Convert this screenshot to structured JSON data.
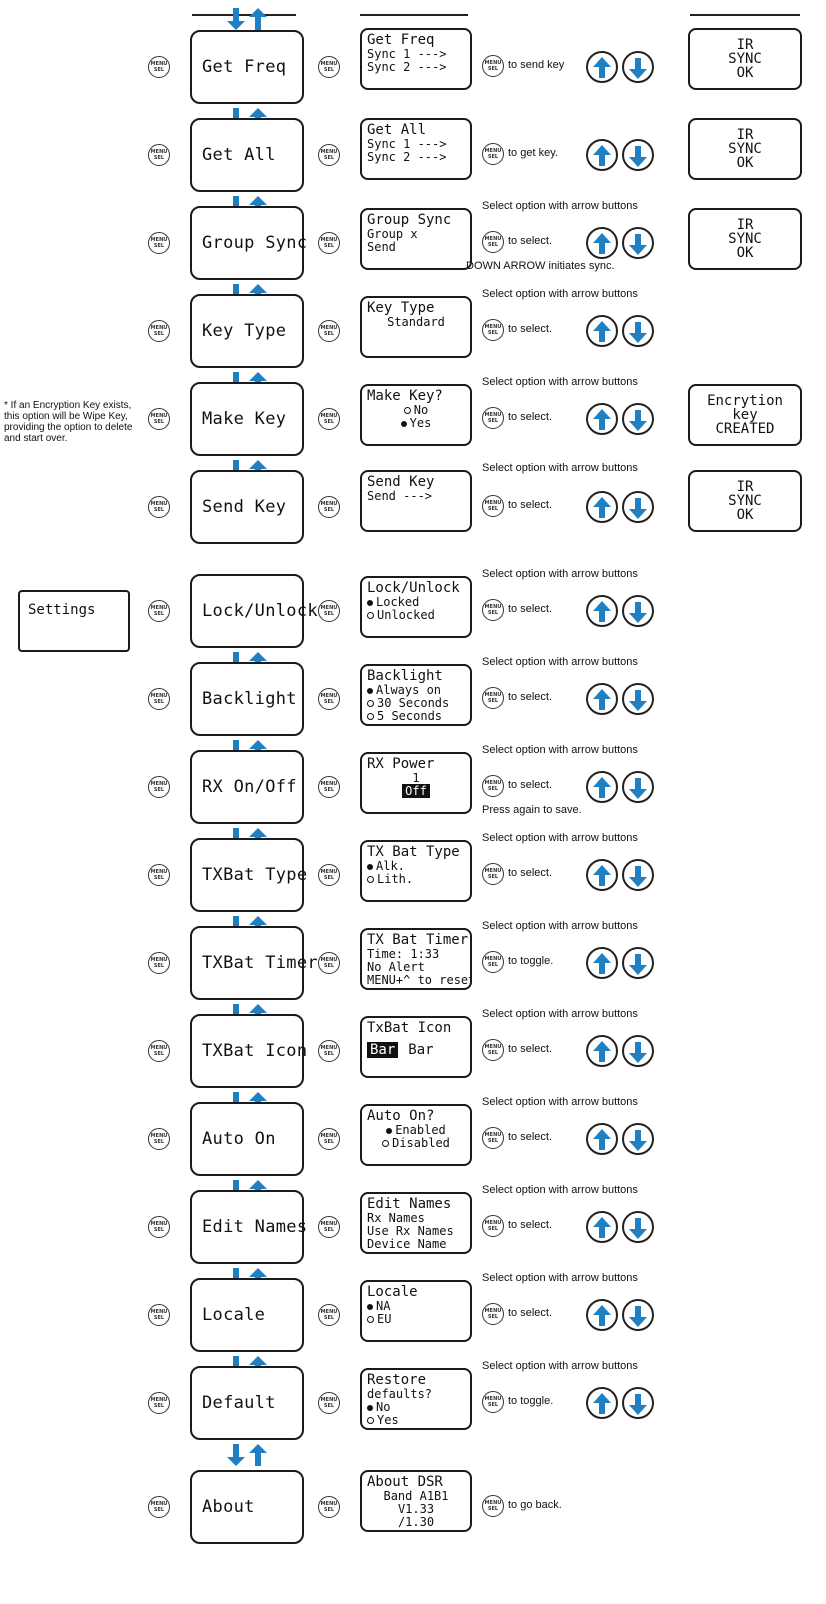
{
  "colors": {
    "accent_blue": "#1f7fc4",
    "outline": "#1a1a1a"
  },
  "side_note": "* If an Encryption Key exists, this option will be Wipe Key, providing the option to delete and start over.",
  "settings_label": "Settings",
  "menu_button_icon": "menu-sel-button",
  "rows": [
    {
      "menu": "Get Freq",
      "display": [
        "Get Freq",
        "Sync 1 --->",
        "Sync 2 --->"
      ],
      "note_above": "",
      "note_right": "to send key",
      "note_below": "",
      "result": [
        "IR",
        "SYNC",
        "OK"
      ]
    },
    {
      "menu": "Get All",
      "display": [
        "Get All",
        "Sync 1 --->",
        "Sync 2 --->"
      ],
      "note_above": "",
      "note_right": "to get key.",
      "note_below": "",
      "result": [
        "IR",
        "SYNC",
        "OK"
      ]
    },
    {
      "menu": "Group Sync",
      "display": [
        "Group Sync",
        "Group x",
        "Send"
      ],
      "note_above": "Select option with arrow buttons",
      "note_right": "to select.",
      "note_below": "DOWN ARROW initiates sync.",
      "result": [
        "IR",
        "SYNC",
        "OK"
      ]
    },
    {
      "menu": "Key Type",
      "display": [
        "Key Type",
        "Standard"
      ],
      "note_above": "Select option with arrow buttons",
      "note_right": "to select.",
      "note_below": "",
      "result": []
    },
    {
      "menu": "Make Key",
      "display": [
        "Make Key?",
        "No",
        "Yes"
      ],
      "note_above": "Select option with arrow buttons",
      "note_right": "to select.",
      "note_below": "",
      "result": [
        "Encrytion",
        "key",
        "CREATED"
      ]
    },
    {
      "menu": "Send Key",
      "display": [
        "Send Key",
        "Send --->"
      ],
      "note_above": "Select option with arrow buttons",
      "note_right": "to select.",
      "note_below": "",
      "result": [
        "IR",
        "SYNC",
        "OK"
      ]
    },
    {
      "menu": "Lock/Unlock",
      "display": [
        "Lock/Unlock",
        "Locked",
        "Unlocked"
      ],
      "note_above": "Select option with arrow buttons",
      "note_right": "to select.",
      "note_below": "",
      "result": []
    },
    {
      "menu": "Backlight",
      "display": [
        "Backlight",
        "Always on",
        "30 Seconds",
        "5 Seconds"
      ],
      "note_above": "Select option with arrow buttons",
      "note_right": "to select.",
      "note_below": "",
      "result": []
    },
    {
      "menu": "RX On/Off",
      "display": [
        "RX Power",
        "1",
        "Off"
      ],
      "note_above": "Select option with arrow buttons",
      "note_right": "to select.",
      "note_below": "Press again to save.",
      "result": []
    },
    {
      "menu": "TXBat Type",
      "display": [
        "TX Bat Type",
        "Alk.",
        "Lith."
      ],
      "note_above": "Select option with arrow buttons",
      "note_right": "to select.",
      "note_below": "",
      "result": []
    },
    {
      "menu": "TXBat Timer",
      "display": [
        "TX Bat Timer",
        "Time: 1:33",
        "No Alert",
        "MENU+^ to reset"
      ],
      "note_above": "Select option with arrow buttons",
      "note_right": "to toggle.",
      "note_below": "",
      "result": []
    },
    {
      "menu": "TXBat Icon",
      "display": [
        "TxBat Icon",
        "Bar",
        "Bar"
      ],
      "note_above": "Select option with arrow buttons",
      "note_right": "to select.",
      "note_below": "",
      "result": []
    },
    {
      "menu": "Auto On",
      "display": [
        "Auto On?",
        "Enabled",
        "Disabled"
      ],
      "note_above": "Select option with arrow buttons",
      "note_right": "to select.",
      "note_below": "",
      "result": []
    },
    {
      "menu": "Edit Names",
      "display": [
        "Edit Names",
        "Rx Names",
        "Use Rx Names",
        "Device Name"
      ],
      "note_above": "Select option with arrow buttons",
      "note_right": "to select.",
      "note_below": "",
      "result": []
    },
    {
      "menu": "Locale",
      "display": [
        "Locale",
        "NA",
        "EU"
      ],
      "note_above": "Select option with arrow buttons",
      "note_right": "to select.",
      "note_below": "",
      "result": []
    },
    {
      "menu": "Default",
      "display": [
        "Restore",
        "defaults?",
        "No",
        "Yes"
      ],
      "note_above": "Select option with arrow buttons",
      "note_right": "to toggle.",
      "note_below": "",
      "result": []
    },
    {
      "menu": "About",
      "display": [
        "About DSR",
        "Band A1B1",
        "V1.33",
        "/1.30"
      ],
      "note_above": "",
      "note_right": "to go back.",
      "note_below": "",
      "result": []
    }
  ]
}
